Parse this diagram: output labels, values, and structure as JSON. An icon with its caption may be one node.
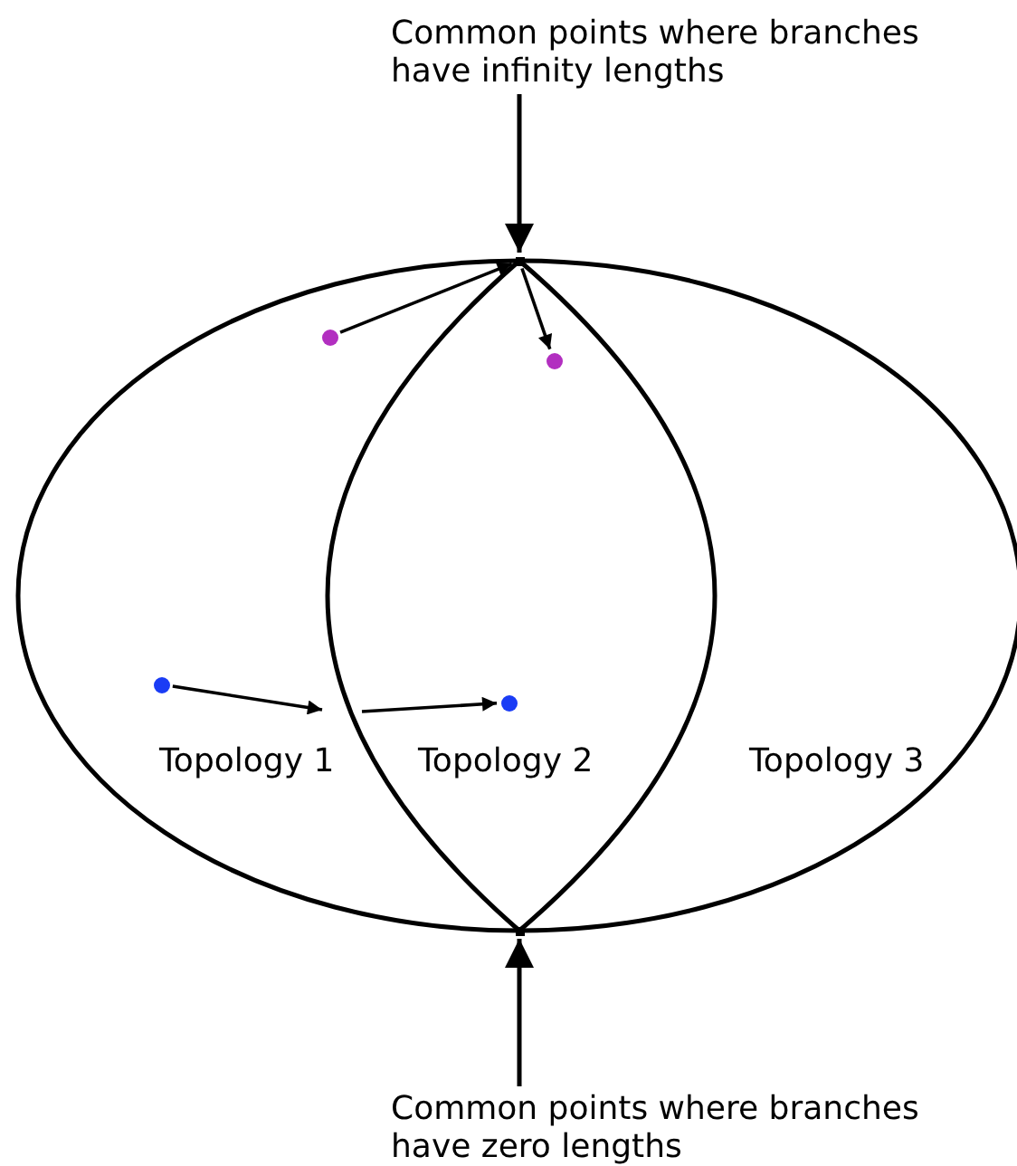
{
  "diagram": {
    "nodes": [
      {
        "text": [
          "Common points where branches have infinity lengths"
        ]
      },
      {
        "text": [],
        "shape": "point"
      },
      {
        "text": [],
        "shape": "circle"
      },
      {
        "text": [],
        "shape": "circle"
      },
      {
        "text": [],
        "shape": "circle"
      },
      {
        "text": [],
        "shape": "circle"
      },
      {
        "text": [],
        "shape": "point"
      },
      {
        "text": [
          "Common points where branches have zero lengths"
        ]
      }
    ],
    "edges": [
      {
        "from": 0,
        "to": 1,
        "arrow": "to"
      },
      {
        "from": 2,
        "to": 1,
        "arrow": "to"
      },
      {
        "from": 1,
        "to": 3,
        "arrow": "to"
      },
      {
        "from": 4,
        "to": null,
        "arrow": "to"
      },
      {
        "from": null,
        "to": 5,
        "arrow": "to"
      },
      {
        "from": 7,
        "to": 6,
        "arrow": "to"
      }
    ],
    "labels": [
      "Topology 1",
      "Topology 2",
      "Topology 3"
    ]
  }
}
